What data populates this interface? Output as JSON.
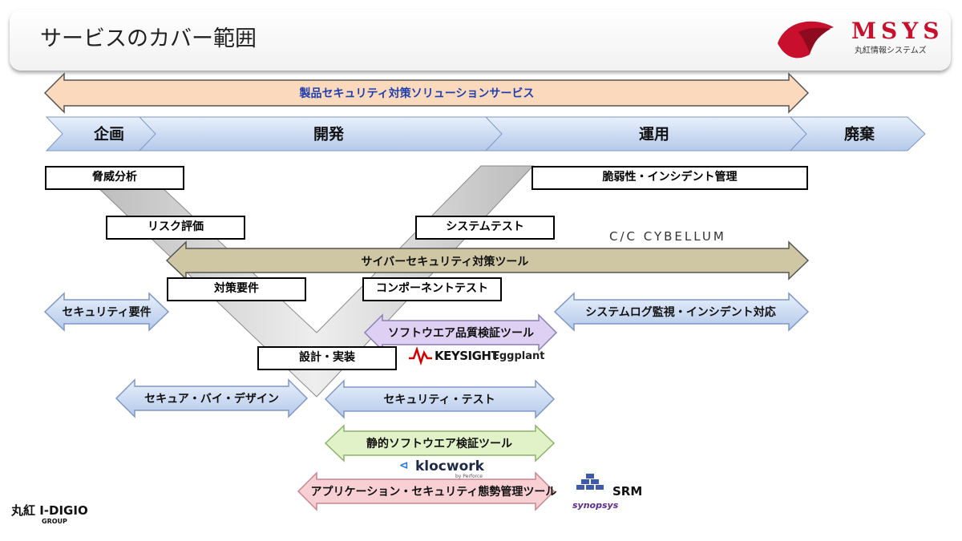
{
  "header": {
    "title": "サービスのカバー範囲",
    "logo_main": "MSYS",
    "logo_sub": "丸紅情報システムズ"
  },
  "top_bar": {
    "label": "製品セキュリティ対策ソリューションサービス"
  },
  "phases": [
    {
      "label": "企画"
    },
    {
      "label": "開発"
    },
    {
      "label": "運用"
    },
    {
      "label": "廃棄"
    }
  ],
  "process_boxes": [
    {
      "label": "脅威分析"
    },
    {
      "label": "リスク評価"
    },
    {
      "label": "対策要件"
    },
    {
      "label": "設計・実装"
    },
    {
      "label": "コンポーネントテスト"
    },
    {
      "label": "システムテスト"
    },
    {
      "label": "脆弱性・インシデント管理"
    }
  ],
  "arrows": {
    "tool_bar": "サイバーセキュリティ対策ツール",
    "security_req": "セキュリティ要件",
    "syslog": "システムログ監視・インシデント対応",
    "sw_quality": "ソフトウエア品質検証ツール",
    "secure_design": "セキュア・バイ・デザイン",
    "security_test": "セキュリティ・テスト",
    "static_sw": "静的ソフトウエア検証ツール",
    "app_security": "アプリケーション・セキュリティ態勢管理ツール"
  },
  "vendors": {
    "cybellum": "C/C  CYBELLUM",
    "keysight": "KEYSIGHT",
    "eggplant": "Eggplant",
    "klocwork": "klocwork",
    "klocwork_sub": "by Perforce",
    "synopsys": "SRM",
    "synopsys_logo": "synopsys",
    "group_logo": "丸紅 I-DIGIO",
    "group_sub": "GROUP"
  },
  "colors": {
    "brand_red": "#c8102e",
    "blue_arrow": "#c5d6f0",
    "orange_arrow": "#fbd9bc",
    "olive_arrow": "#cfc7a3",
    "purple_arrow": "#ddd0f2",
    "green_arrow": "#e2f2c8",
    "pink_arrow": "#f8d0d4"
  }
}
